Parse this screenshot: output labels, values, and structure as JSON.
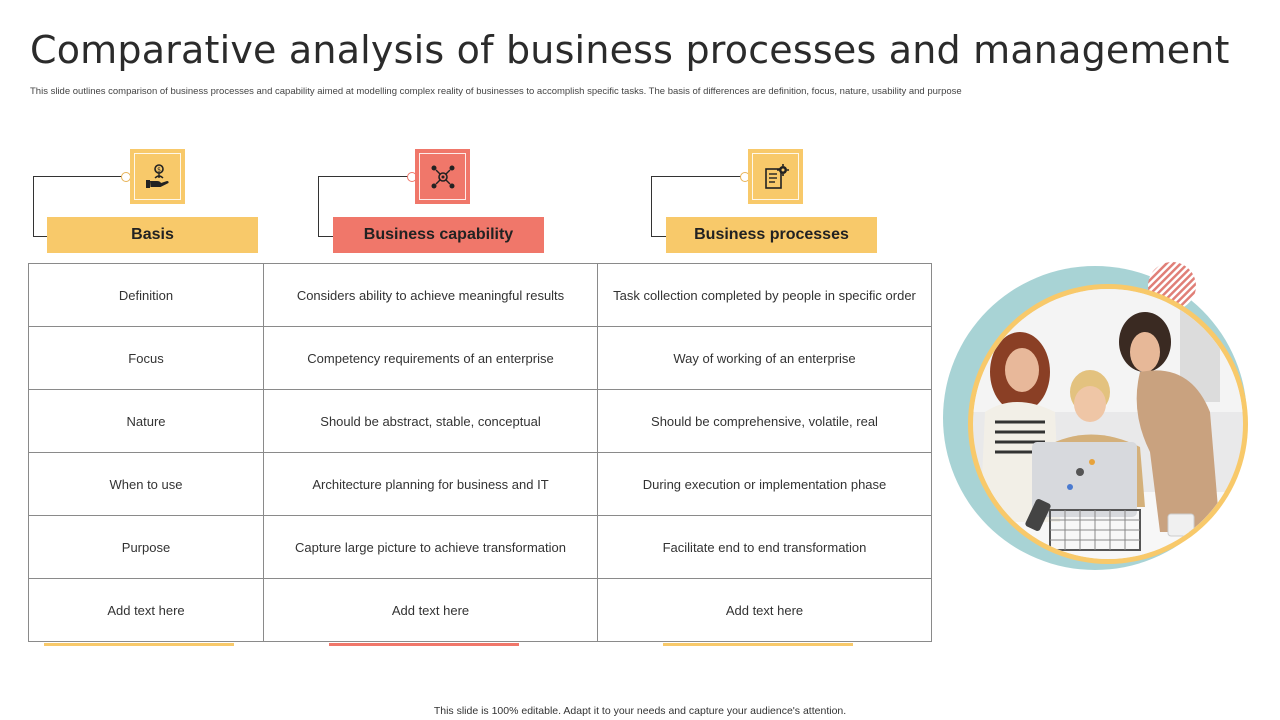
{
  "title": "Comparative analysis of business processes and management",
  "subtitle": "This slide outlines comparison of business processes and capability aimed at modelling  complex reality of businesses to accomplish specific tasks. The basis of differences are definition, focus, nature, usability and purpose",
  "columns": [
    {
      "label": "Basis",
      "icon": "hand-coin-icon",
      "color": "#f8c96a"
    },
    {
      "label": "Business capability",
      "icon": "network-icon",
      "color": "#f0776a"
    },
    {
      "label": "Business processes",
      "icon": "document-gear-icon",
      "color": "#f8c96a"
    }
  ],
  "rows": [
    [
      "Definition",
      "Considers ability to achieve meaningful  results",
      "Task collection completed by people in specific order"
    ],
    [
      "Focus",
      "Competency requirements  of an enterprise",
      "Way of working of an enterprise"
    ],
    [
      "Nature",
      "Should be abstract, stable, conceptual",
      "Should be comprehensive,  volatile,  real"
    ],
    [
      "When to use",
      "Architecture planning for business and IT",
      "During execution or implementation phase"
    ],
    [
      "Purpose",
      "Capture large picture to achieve transformation",
      "Facilitate end to end transformation"
    ],
    [
      "Add text here",
      "Add text here",
      "Add text here"
    ]
  ],
  "footer": "This slide is 100% editable.  Adapt it to your needs and capture your audience's attention.",
  "colors": {
    "accent_yellow": "#f8c96a",
    "accent_red": "#f0776a",
    "circle_teal": "#a8d3d5"
  }
}
